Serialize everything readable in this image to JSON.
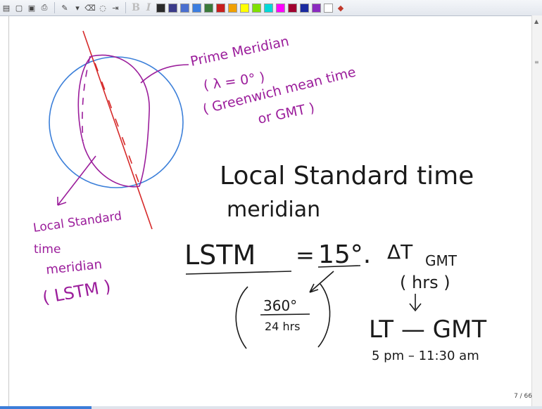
{
  "toolbar": {
    "icons": [
      "pages-icon",
      "new-page-icon",
      "save-icon",
      "print-icon",
      "pen-icon",
      "highlighter-icon",
      "eraser-icon",
      "lasso-icon",
      "insert-space-icon"
    ],
    "text_buttons": {
      "bold": "B",
      "italic": "I"
    },
    "swatches": [
      "#2a2a2a",
      "#3a3a8a",
      "#4a6fd0",
      "#3b7de0",
      "#3a7a3a",
      "#c81e1e",
      "#f0a000",
      "#ffff00",
      "#7fe000",
      "#00d8d8",
      "#ff00ff",
      "#a00030",
      "#1a2aa0",
      "#8a2ac0",
      "#ffffff"
    ]
  },
  "page": {
    "indicator": "7 / 66"
  },
  "annotations": {
    "prime_meridian": "Prime Meridian",
    "lambda": "( λ = 0° )",
    "greenwich": "( Greenwich mean time",
    "or_gmt": "or  GMT )",
    "local_standard": "Local Standard",
    "time": "time",
    "meridian": "meridian",
    "lstm_paren": "( LSTM )"
  },
  "notes": {
    "heading_line1": "Local  Standard  time",
    "heading_line2": "meridian",
    "lstm": "LSTM",
    "equals": "=",
    "fifteen": "15°.",
    "delta_t": "ΔT",
    "gmt_sub": "GMT",
    "hrs": "( hrs )",
    "frac_num": "360°",
    "frac_den": "24 hrs",
    "lt_gmt": "LT — GMT",
    "times": "5 pm  –   11:30 am"
  },
  "colors": {
    "globe_blue": "#3b7fd9",
    "ink_purple": "#9b1d9b",
    "meridian_red": "#d62a2a",
    "ink_black": "#1a1a1a"
  }
}
